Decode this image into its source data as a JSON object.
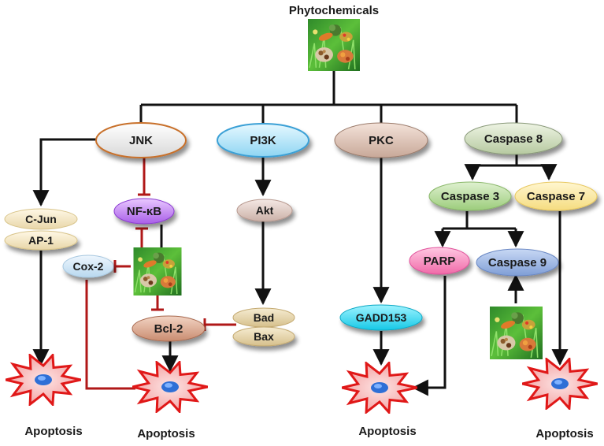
{
  "title": "Phytochemicals",
  "nodes": {
    "jnk": "JNK",
    "pi3k": "PI3K",
    "pkc": "PKC",
    "caspase8": "Caspase 8",
    "cjun": "C-Jun",
    "ap1": "AP-1",
    "nfkb": "NF-κB",
    "cox2": "Cox-2",
    "bcl2": "Bcl-2",
    "akt": "Akt",
    "bad": "Bad",
    "bax": "Bax",
    "gadd153": "GADD153",
    "caspase3": "Caspase 3",
    "caspase7": "Caspase 7",
    "parp": "PARP",
    "caspase9": "Caspase 9"
  },
  "apoptosis": [
    "Apoptosis",
    "Apoptosis",
    "Apoptosis",
    "Apoptosis"
  ],
  "colors": {
    "line": "#111111",
    "inhibit": "#b01818",
    "cell_fill": "#f6b6b6",
    "cell_stroke": "#e01818",
    "nucleus": "#2f6fd6"
  }
}
